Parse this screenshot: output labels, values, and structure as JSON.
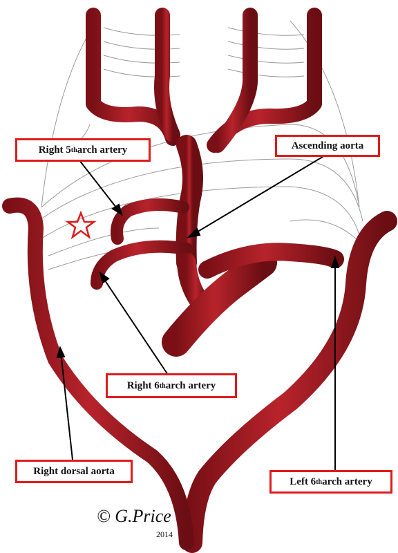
{
  "labels": {
    "right_5th": {
      "base": "Right 5",
      "sup": "th",
      "rest": " arch artery"
    },
    "ascending_aorta": {
      "text": "Ascending aorta"
    },
    "right_6th": {
      "base": "Right 6",
      "sup": "th",
      "rest": " arch artery"
    },
    "right_dorsal_aorta": {
      "text": "Right dorsal aorta"
    },
    "left_6th": {
      "base": "Left 6",
      "sup": "th",
      "rest": " arch artery"
    }
  },
  "credit": {
    "name": "© G.Price",
    "year": "2014"
  },
  "colors": {
    "vessel": "#a01b22",
    "vessel_dark": "#6e0f14",
    "label_border": "#e01b1b",
    "star": "#e01b1b"
  }
}
